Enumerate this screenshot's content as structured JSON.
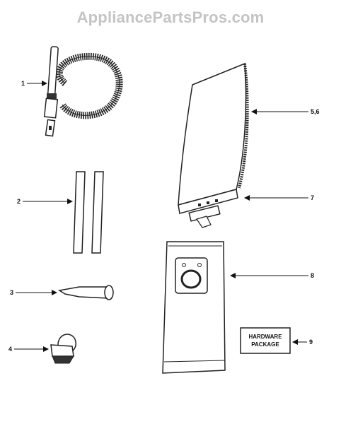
{
  "watermark": "AppliancePartsPros.com",
  "callouts": [
    {
      "id": "hose",
      "label": "1"
    },
    {
      "id": "wands",
      "label": "2"
    },
    {
      "id": "crevice-tool",
      "label": "3"
    },
    {
      "id": "brush",
      "label": "4"
    },
    {
      "id": "paper-bag",
      "label": "5,6"
    },
    {
      "id": "bag-collar",
      "label": "7"
    },
    {
      "id": "cloth-bag",
      "label": "8"
    },
    {
      "id": "hardware-package",
      "label": "9"
    }
  ],
  "hardware_package": {
    "line1": "HARDWARE",
    "line2": "PACKAGE"
  }
}
